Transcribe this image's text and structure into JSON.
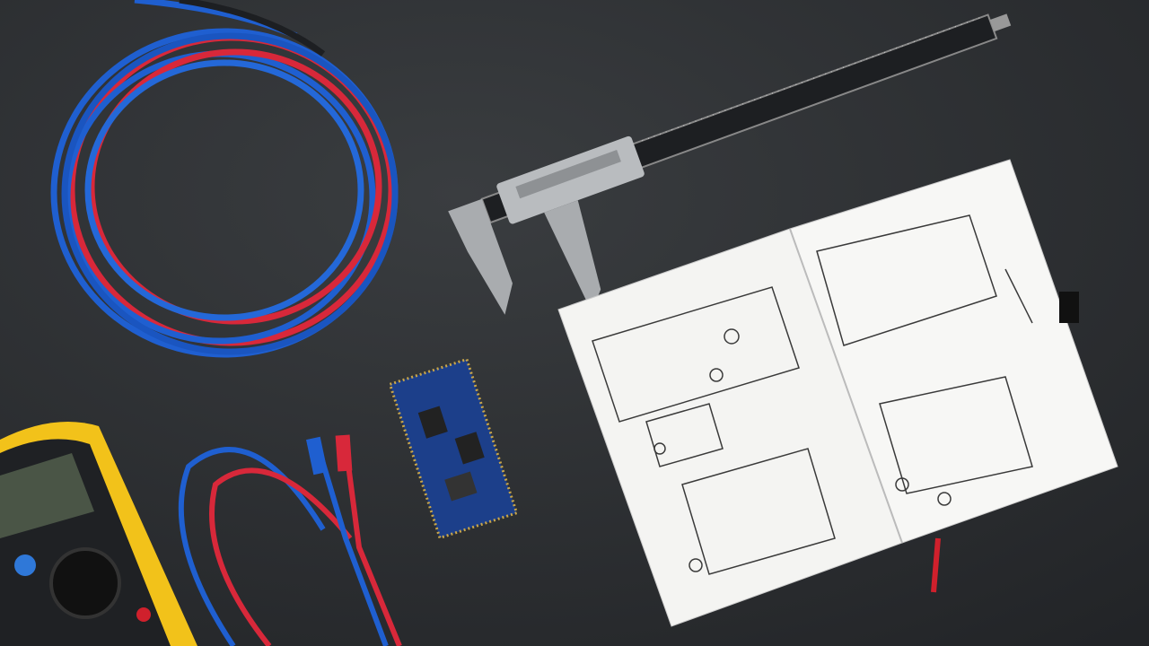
{
  "scene": {
    "description_items": [
      "wire-coil",
      "vernier-caliper",
      "notebook",
      "circuit-board",
      "multimeter",
      "test-leads"
    ],
    "colors": {
      "background": "#2a2d30",
      "wire_blue": "#1f5fd0",
      "wire_red": "#d8283a",
      "caliper_steel": "#b9bcbf",
      "caliper_scale": "#1d1f22",
      "paper": "#f4f4f2",
      "ink": "#3a3a3a",
      "pcb": "#1c3f8a",
      "multimeter_body": "#f2c21a",
      "bookmark": "#d0202c"
    }
  }
}
